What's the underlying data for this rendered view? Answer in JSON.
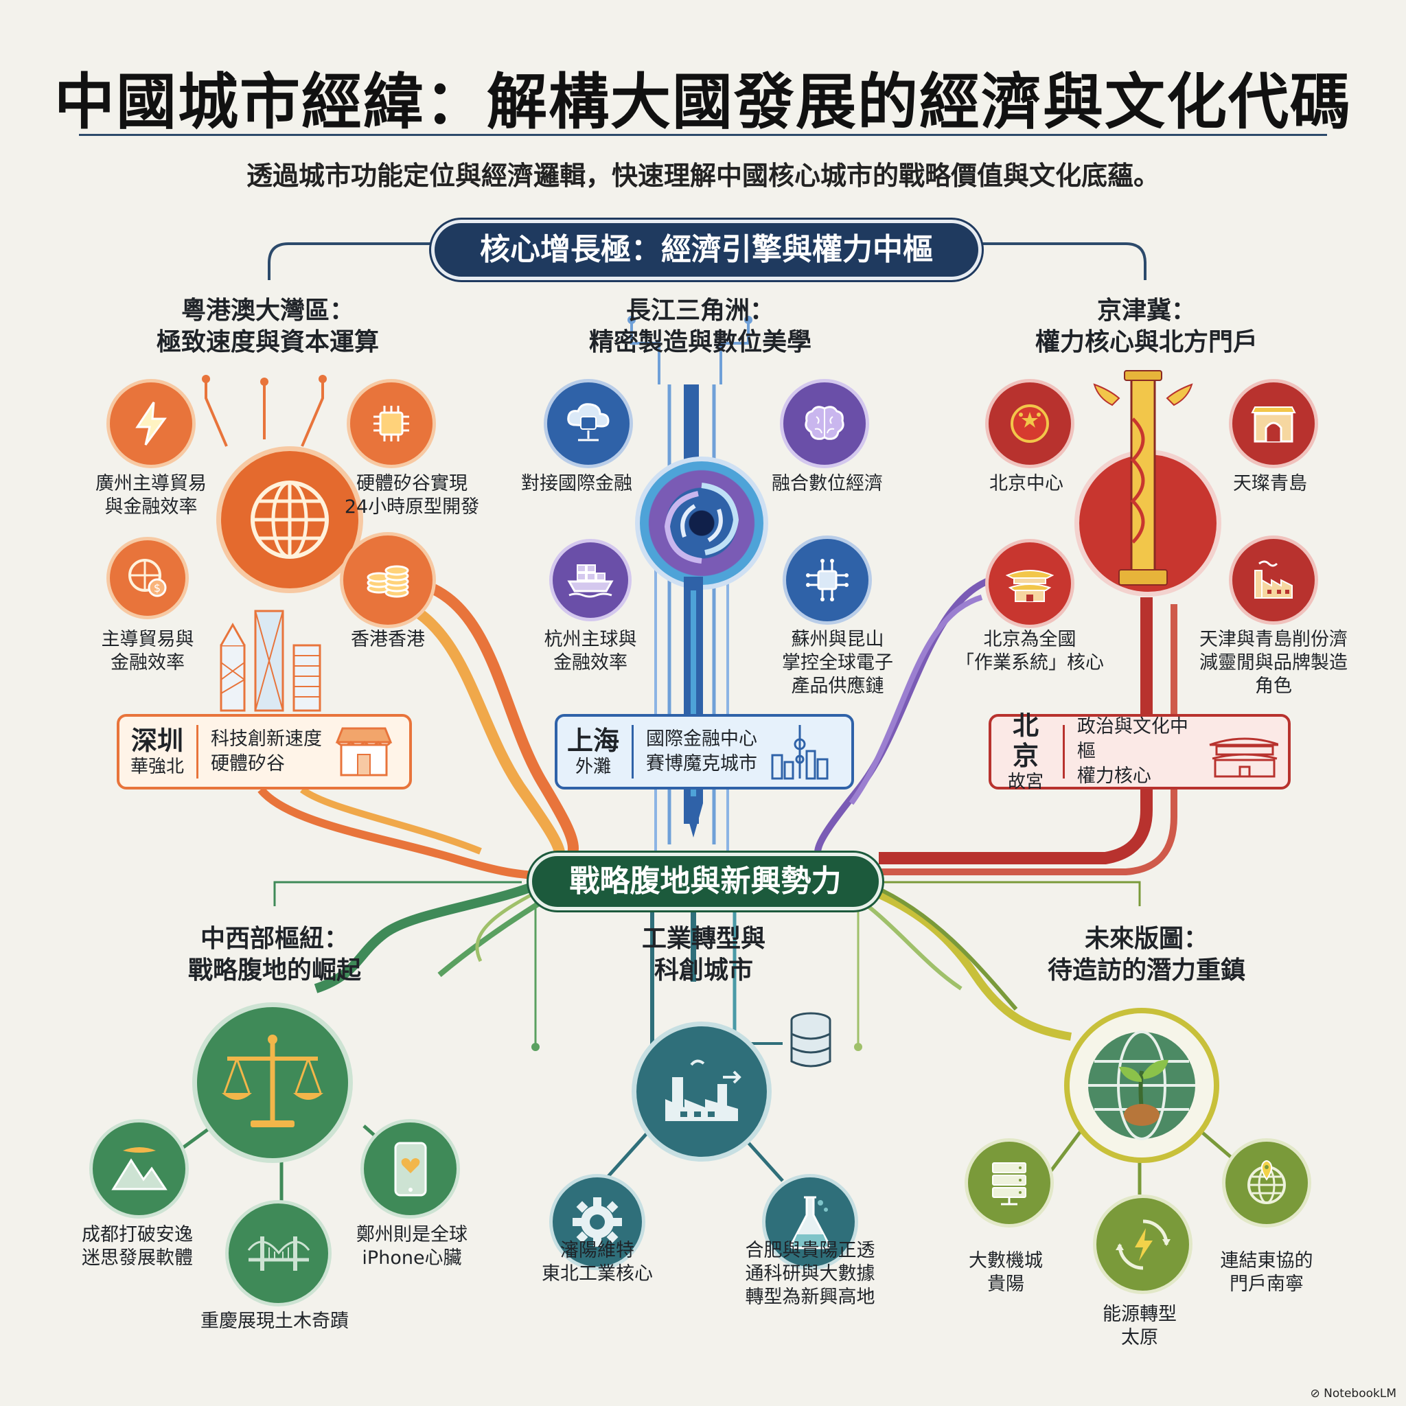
{
  "title": "中國城市經緯：解構大國發展的經濟與文化代碼",
  "subtitle": "透過城市功能定位與經濟邏輯，快速理解中國核心城市的戰略價值與文化底蘊。",
  "top_banner": "核心增長極：經濟引擎與權力中樞",
  "mid_banner": "戰略腹地與新興勢力",
  "gba": {
    "title_1": "粵港澳大灣區：",
    "title_2": "極致速度與資本運算",
    "label_tl_1": "廣州主導貿易",
    "label_tl_2": "與金融效率",
    "label_tr_1": "硬體矽谷實現",
    "label_tr_2": "24小時原型開發",
    "label_bl_1": "主導貿易與",
    "label_bl_2": "金融效率",
    "label_br": "香港香港",
    "card_name": "深圳",
    "card_sub": "華強北",
    "card_desc_1": "科技創新速度",
    "card_desc_2": "硬體矽谷",
    "color": "#e8743b"
  },
  "yrd": {
    "title_1": "長江三角洲：",
    "title_2": "精密製造與數位美學",
    "label_tl": "對接國際金融",
    "label_tr": "融合數位經濟",
    "label_bl_1": "杭州主球與",
    "label_bl_2": "金融效率",
    "label_br_1": "蘇州與昆山",
    "label_br_2": "掌控全球電子",
    "label_br_3": "產品供應鏈",
    "card_name": "上海",
    "card_sub": "外灘",
    "card_desc_1": "國際金融中心",
    "card_desc_2": "賽博魔克城市",
    "color": "#2f62a8"
  },
  "jjj": {
    "title_1": "京津冀：",
    "title_2": "權力核心與北方門戶",
    "label_tl": "北京中心",
    "label_tr": "天璨青島",
    "label_bl_1": "北京為全國",
    "label_bl_2": "「作業系統」核心",
    "label_br_1": "天津與青島削份濟",
    "label_br_2": "減靈閒與品牌製造",
    "label_br_3": "角色",
    "card_name": "北京",
    "card_sub": "故宮",
    "card_desc_1": "政治與文化中樞",
    "card_desc_2": "權力核心",
    "color": "#b8322e"
  },
  "midwest": {
    "title_1": "中西部樞紐：",
    "title_2": "戰略腹地的崛起",
    "label_l_1": "成都打破安逸",
    "label_l_2": "迷思發展軟體",
    "label_r_1": "鄭州則是全球",
    "label_r_2": "iPhone心臟",
    "label_b": "重慶展現土木奇蹟",
    "color": "#3f8a58"
  },
  "industry": {
    "title_1": "工業轉型與",
    "title_2": "科創城市",
    "label_l_1": "瀋陽維特",
    "label_l_2": "東北工業核心",
    "label_r_1": "合肥與貴陽正透",
    "label_r_2": "通科研與大數據",
    "label_r_3": "轉型為新興高地",
    "color": "#2f6f7a"
  },
  "future": {
    "title_1": "未來版圖：",
    "title_2": "待造訪的潛力重鎮",
    "label_l_1": "大數機城",
    "label_l_2": "貴陽",
    "label_c_1": "能源轉型",
    "label_c_2": "太原",
    "label_r_1": "連結東協的",
    "label_r_2": "門戶南寧",
    "color": "#7a9a3a"
  },
  "credit": "NotebookLM"
}
